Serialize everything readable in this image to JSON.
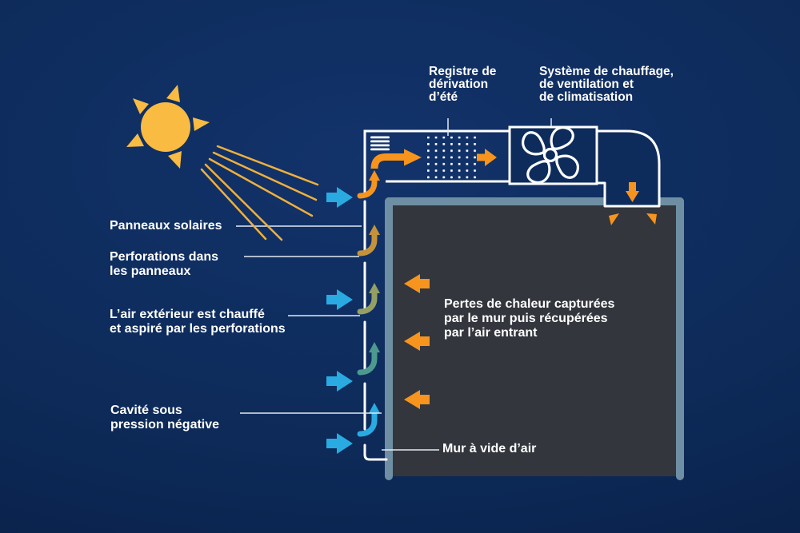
{
  "labels": {
    "registre": {
      "lines": [
        "Registre de",
        "dérivation",
        "d’été"
      ]
    },
    "systeme": {
      "lines": [
        "Système de chauffage,",
        "de ventilation et",
        "de climatisation"
      ]
    },
    "panneaux": {
      "lines": [
        "Panneaux solaires"
      ]
    },
    "perforations": {
      "lines": [
        "Perforations dans",
        "les panneaux"
      ]
    },
    "air_exterieur": {
      "lines": [
        "L’air extérieur est chauffé",
        "et aspiré par les perforations"
      ]
    },
    "cavite": {
      "lines": [
        "Cavité sous",
        "pression négative"
      ]
    },
    "pertes": {
      "lines": [
        "Pertes de chaleur capturées",
        "par le mur puis récupérées",
        "par l’air entrant"
      ]
    },
    "mur": {
      "lines": [
        "Mur à vide d’air"
      ]
    }
  },
  "icons": {
    "sun": "sun-icon",
    "fan": "fan-icon"
  },
  "colors": {
    "background_navy": "#0D2A58",
    "white": "#FFFFFF",
    "sun_yellow": "#F9BB41",
    "ray_yellow": "#F0B03C",
    "orange": "#F7941E",
    "sky_blue": "#29ABE2",
    "gold": "#C49339",
    "olive": "#94A063",
    "teal": "#4D998F",
    "wall_edge_slate": "#6E8FA3",
    "wall_dark": "#33363D"
  }
}
